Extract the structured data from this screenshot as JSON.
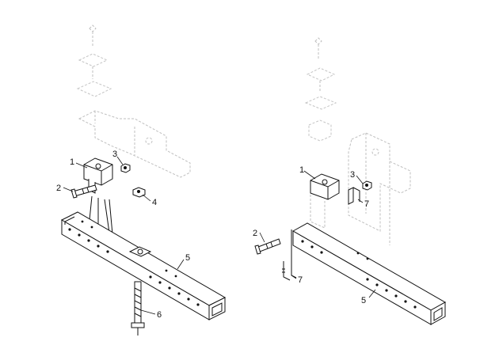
{
  "left_view": {
    "callouts": [
      {
        "id": "1",
        "text": "1"
      },
      {
        "id": "2",
        "text": "2"
      },
      {
        "id": "3",
        "text": "3"
      },
      {
        "id": "4",
        "text": "4"
      },
      {
        "id": "5",
        "text": "5"
      },
      {
        "id": "6",
        "text": "6"
      }
    ]
  },
  "right_view": {
    "callouts": [
      {
        "id": "1",
        "text": "1"
      },
      {
        "id": "2",
        "text": "2"
      },
      {
        "id": "3",
        "text": "3"
      },
      {
        "id": "7a",
        "text": "7"
      },
      {
        "id": "7b",
        "text": "7"
      },
      {
        "id": "5",
        "text": "5"
      }
    ]
  }
}
